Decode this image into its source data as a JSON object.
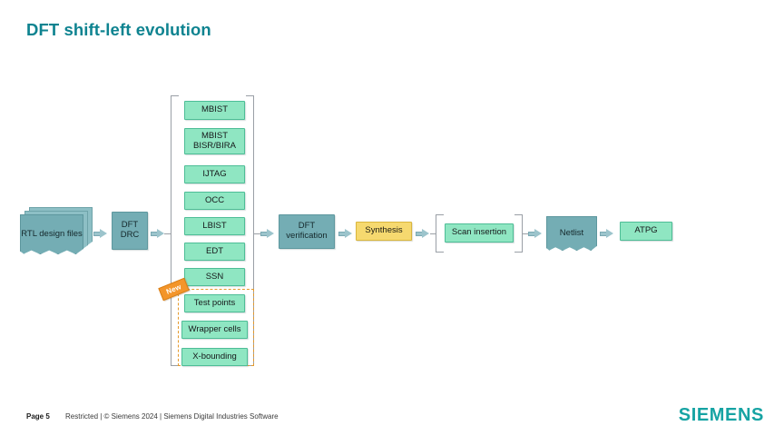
{
  "slide": {
    "title": "DFT shift-left evolution",
    "title_color": "#0e8390"
  },
  "palette": {
    "green_fill": "#8fe6c2",
    "green_border": "#4dbd96",
    "teal_fill": "#74adb4",
    "teal_border": "#5d979e",
    "yellow_fill": "#f6d96f",
    "yellow_border": "#d9b63e",
    "arrow": "#9cc4cc",
    "bracket": "#9a9fa6",
    "new_orange": "#f3952a",
    "dashed_orange": "#e49a2c",
    "siemens_teal": "#16a3a3"
  },
  "flow": {
    "start_document": {
      "label": "RTL design files",
      "shape": "stacked-document"
    },
    "drc": {
      "label": "DFT DRC",
      "shape": "teal-box"
    },
    "insertion_group": {
      "bracket": true,
      "items": [
        {
          "label": "MBIST"
        },
        {
          "label": "MBIST BISR/BIRA"
        },
        {
          "label": "IJTAG"
        },
        {
          "label": "OCC"
        },
        {
          "label": "LBIST"
        },
        {
          "label": "EDT"
        },
        {
          "label": "SSN"
        },
        {
          "label": "Test points",
          "new": true
        },
        {
          "label": "Wrapper cells",
          "new": true
        },
        {
          "label": "X-bounding",
          "new": true
        }
      ],
      "new_badge": "New"
    },
    "verification": {
      "label": "DFT verification",
      "shape": "teal-box"
    },
    "synthesis": {
      "label": "Synthesis",
      "shape": "yellow-box"
    },
    "scan_insertion": {
      "label": "Scan insertion",
      "shape": "green-box",
      "bracket": true
    },
    "netlist": {
      "label": "Netlist",
      "shape": "document"
    },
    "atpg": {
      "label": "ATPG",
      "shape": "green-box"
    }
  },
  "footer": {
    "page": "Page 5",
    "legal": "Restricted | © Siemens 2024 | Siemens Digital Industries Software",
    "brand": "SIEMENS"
  }
}
